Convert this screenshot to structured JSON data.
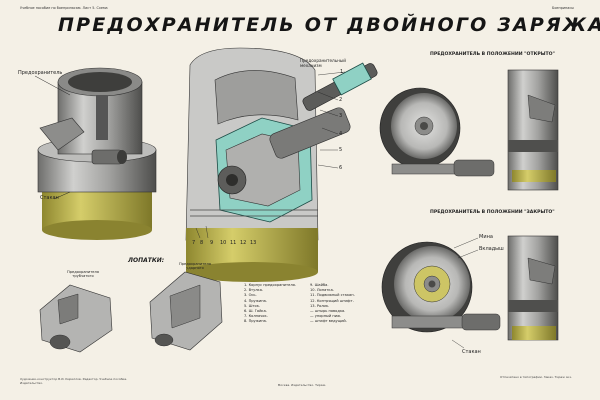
{
  "header": {
    "top_left_note": "Учебное пособие по боеприпасам. Лист 5. Схема",
    "top_right_note": "Боеприпасы",
    "title": "ПРЕДОХРАНИТЕЛЬ ОТ ДВОЙНОГО ЗАРЯЖАНИЯ"
  },
  "labels": {
    "fuse_left": "Предохранитель",
    "stop_left": "Стакан",
    "mechanism": "Предохранительный механизм",
    "open_title": "ПРЕДОХРАНИТЕЛЬ В ПОЛОЖЕНИИ \"ОТКРЫТО\"",
    "closed_title": "ПРЕДОХРАНИТЕЛЬ В ПОЛОЖЕНИИ \"ЗАКРЫТО\"",
    "mine": "Мина",
    "trunk": "Вкладыш",
    "stop_right": "Стакан",
    "blades_title": "ЛОПАТКИ:",
    "blade1": "Предохранителя трубчатого",
    "blade2": "Предохранителя ударного",
    "numbers": [
      "1",
      "2",
      "3",
      "4",
      "5",
      "6",
      "7",
      "8",
      "9",
      "10",
      "11",
      "12",
      "13"
    ]
  },
  "legend": {
    "col1": [
      "1. Корпус предохранителя.",
      "2. Втулка.",
      "3. Ось.",
      "4. Пружина.",
      "5. Шток.",
      "6. Ш. Гайка.",
      "7. Колпачок.",
      "8. Пружина."
    ],
    "col2": [
      "9. Шайба.",
      "10. Лопатка.",
      "11. Подвижный стакан.",
      "12. Контрящий штифт.",
      "13. Ролик.",
      "— штырь поводка.",
      "— упорный ниж.",
      "— штифт ведущий."
    ]
  },
  "footer": {
    "left": "Художник-конструктор В.И. Кириллов. Редактор. Учебное пособие. Издательство.",
    "center": "Москва. Издательство. Тираж.",
    "right": "Отпечатано в типографии. Заказ. Тираж экз."
  },
  "colors": {
    "paper": "#f4f0e6",
    "metal": "#a7a7a6",
    "metal_dark": "#4f4f4e",
    "olive": "#c6be5b",
    "teal": "#8fd1c4"
  }
}
